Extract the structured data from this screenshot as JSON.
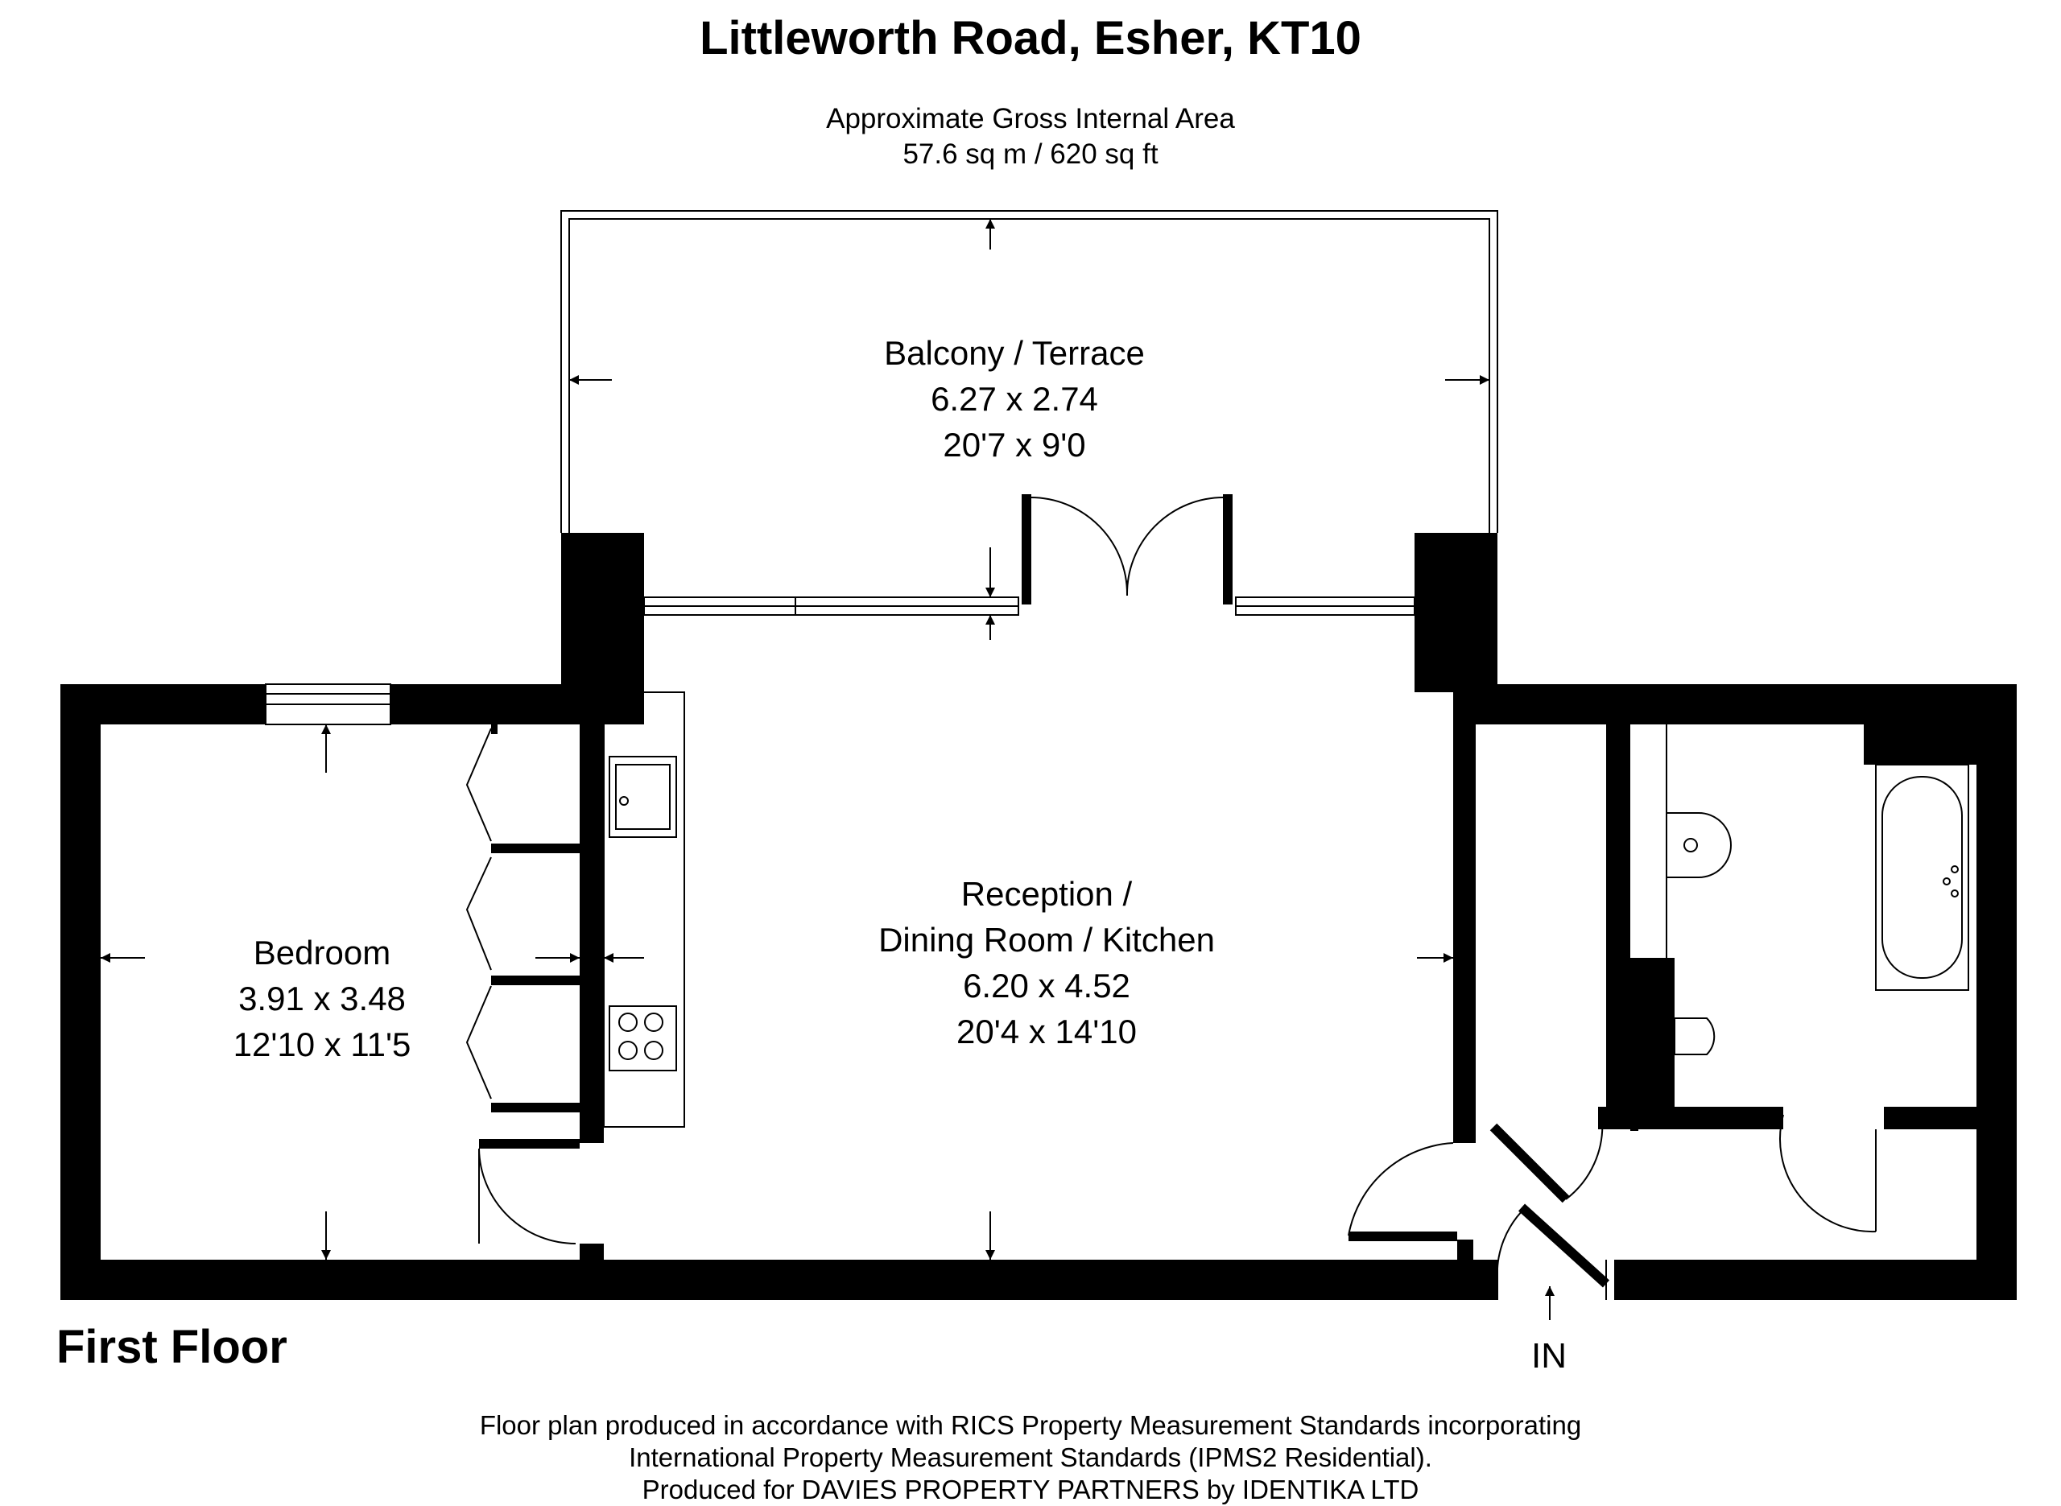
{
  "header": {
    "title": "Littleworth Road, Esher, KT10",
    "area_label": "Approximate Gross Internal Area",
    "area_value": "57.6 sq m / 620 sq ft"
  },
  "rooms": {
    "balcony": {
      "name": "Balcony / Terrace",
      "metric": "6.27 x 2.74",
      "imperial": "20'7 x 9'0"
    },
    "reception": {
      "name_line1": "Reception /",
      "name_line2": "Dining Room / Kitchen",
      "metric": "6.20 x 4.52",
      "imperial": "20'4 x 14'10"
    },
    "bedroom": {
      "name": "Bedroom",
      "metric": "3.91 x 3.48",
      "imperial": "12'10 x 11'5"
    }
  },
  "floor_label": "First Floor",
  "entrance_label": "IN",
  "footer": {
    "line1": "Floor plan produced in accordance with RICS Property Measurement Standards incorporating",
    "line2": "International Property Measurement Standards (IPMS2 Residential).",
    "line3": "Produced for DAVIES PROPERTY PARTNERS by IDENTIKA LTD"
  }
}
